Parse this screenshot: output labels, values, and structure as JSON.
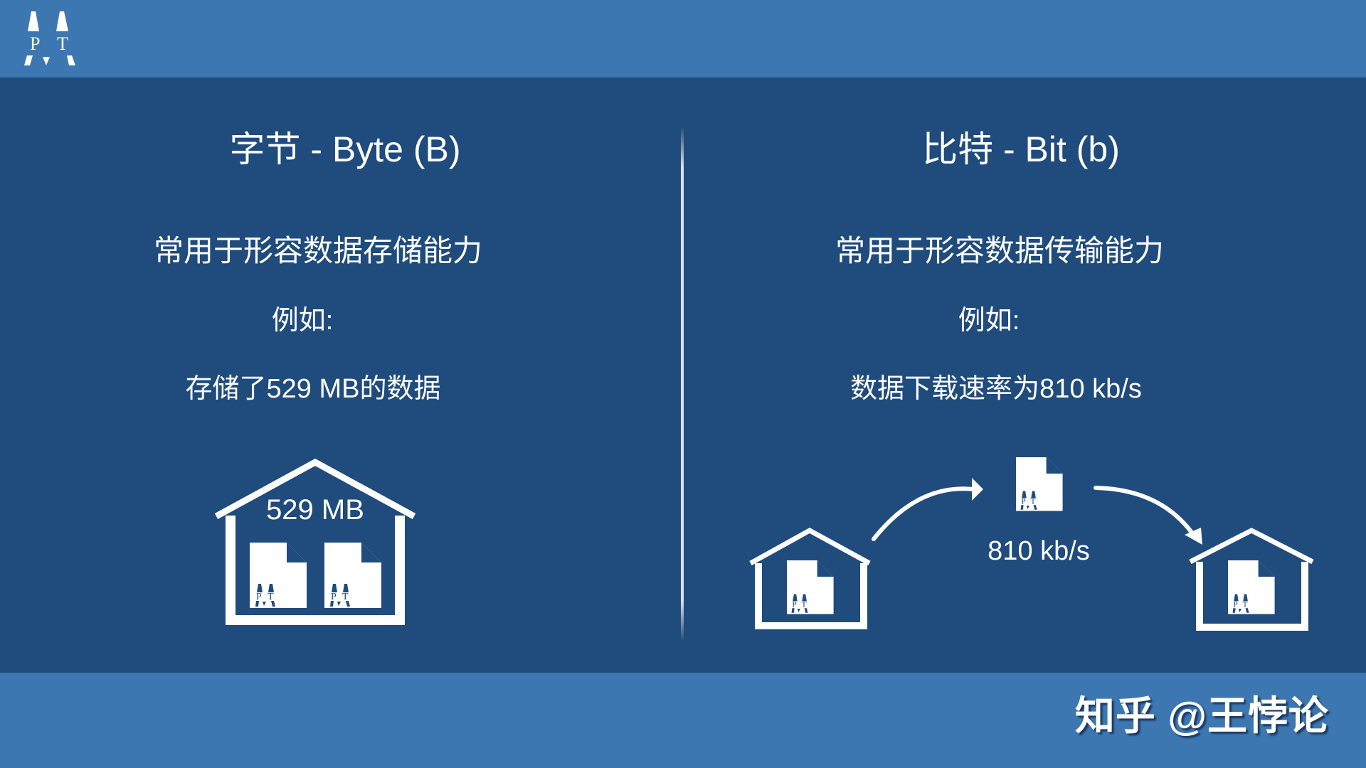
{
  "header": {
    "logo_letters": [
      "P",
      "T"
    ],
    "logo_icon": "pt-logo-icon"
  },
  "colors": {
    "header_bg": "#3d77b1",
    "main_bg": "#1f4b7d",
    "text": "#ffffff"
  },
  "left": {
    "title": "字节 - Byte (B)",
    "description": "常用于形容数据存储能力",
    "example_label": "例如:",
    "example_text": "存储了529 MB的数据",
    "illustration": {
      "house_label": "529 MB",
      "file_count": 2,
      "icon": "house-storage-icon"
    }
  },
  "right": {
    "title": "比特 - Bit (b)",
    "description": "常用于形容数据传输能力",
    "example_label": "例如:",
    "example_text": "数据下载速率为810 kb/s",
    "illustration": {
      "rate_label": "810 kb/s",
      "icon": "file-transfer-icon"
    }
  },
  "footer": {
    "watermark": "知乎 @王悖论"
  }
}
